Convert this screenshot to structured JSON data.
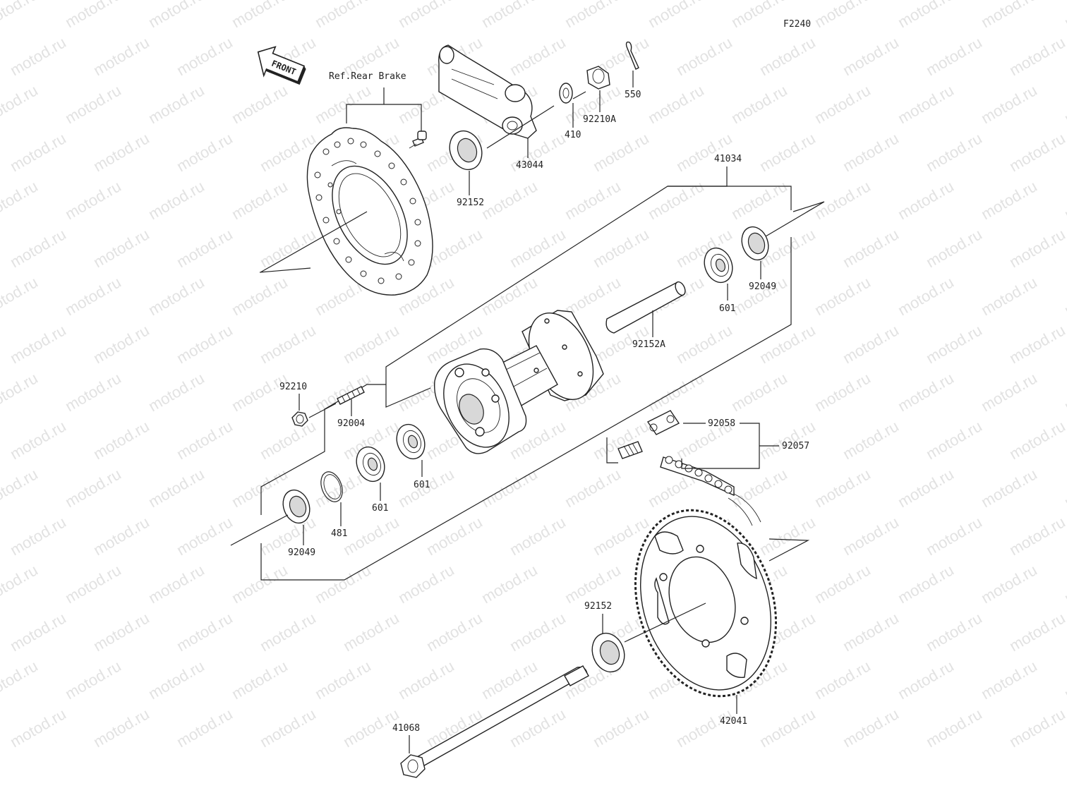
{
  "figure_code": "F2240",
  "front_label": "FRONT",
  "ref_note": "Ref.Rear Brake",
  "watermark": "motod.ru",
  "parts": {
    "p550": "550",
    "p92210A": "92210A",
    "p410": "410",
    "p43044": "43044",
    "p92152_top": "92152",
    "p41034": "41034",
    "p92049_right": "92049",
    "p601_right": "601",
    "p92152A": "92152A",
    "p92210": "92210",
    "p92004": "92004",
    "p601_mid": "601",
    "p601_left": "601",
    "p481": "481",
    "p92049_left": "92049",
    "p92058": "92058",
    "p92057": "92057",
    "p92152_bottom": "92152",
    "p42041": "42041",
    "p41068": "41068"
  }
}
